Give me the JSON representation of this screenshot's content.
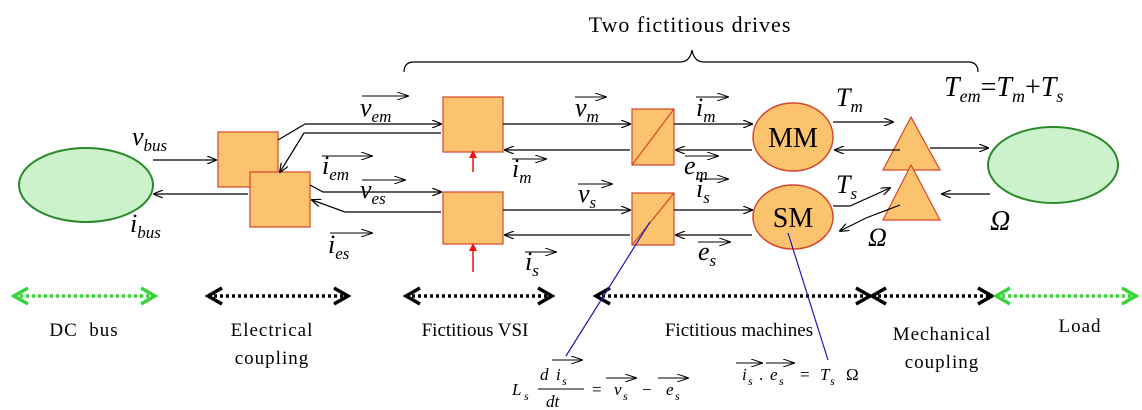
{
  "title": "Two fictitious drives",
  "colors": {
    "dc_bus": "#ccf2cc",
    "block": "#fbc36e",
    "block_border": "#d8442a",
    "arrow": "#000000",
    "annotation": "#1a1ab8",
    "green_arrow": "#37d337"
  },
  "signals": {
    "v_bus": "v",
    "v_bus_sub": "bus",
    "i_bus": "i",
    "i_bus_sub": "bus",
    "v_em": "v",
    "v_em_sub": "em",
    "i_em": "i",
    "i_em_sub": "em",
    "v_es": "v",
    "v_es_sub": "es",
    "i_es": "i",
    "i_es_sub": "es",
    "v_m": "v",
    "v_m_sub": "m",
    "i_m_low": "i",
    "i_m_low_sub": "m",
    "v_s": "v",
    "v_s_sub": "s",
    "i_s_low": "i",
    "i_s_low_sub": "s",
    "i_m": "i",
    "i_m_sub": "m",
    "e_m": "e",
    "e_m_sub": "m",
    "i_s": "i",
    "i_s_sub": "s",
    "e_s": "e",
    "e_s_sub": "s",
    "T_m": "T",
    "T_m_sub": "m",
    "T_s": "T",
    "T_s_sub": "s",
    "omega": "Ω",
    "T_em_eq": {
      "lhs": "T",
      "lhs_sub": "em",
      "eq": "=",
      "a": "T",
      "a_sub": "m",
      "plus": "+",
      "b": "T",
      "b_sub": "s"
    }
  },
  "machines": {
    "mm": "MM",
    "sm": "SM"
  },
  "sections": [
    {
      "line1": "DC  bus",
      "line2": ""
    },
    {
      "line1": "Electrical",
      "line2": "coupling"
    },
    {
      "line1": "Fictitious VSI",
      "line2": ""
    },
    {
      "line1": "Fictitious machines",
      "line2": ""
    },
    {
      "line1": "Mechanical",
      "line2": "coupling"
    },
    {
      "line1": "Load",
      "line2": ""
    }
  ],
  "equations": {
    "voltage": {
      "L": "L",
      "L_sub": "s",
      "num_d": "d",
      "num_i": "i",
      "num_i_sub": "s",
      "den": "dt",
      "eq": "=",
      "v": "v",
      "v_sub": "s",
      "minus": "−",
      "e": "e",
      "e_sub": "s"
    },
    "power": {
      "i": "i",
      "i_sub": "s",
      "dot": ".",
      "e": "e",
      "e_sub": "s",
      "eq": "=",
      "T": "T",
      "T_sub": "s",
      "omega": "Ω"
    }
  }
}
